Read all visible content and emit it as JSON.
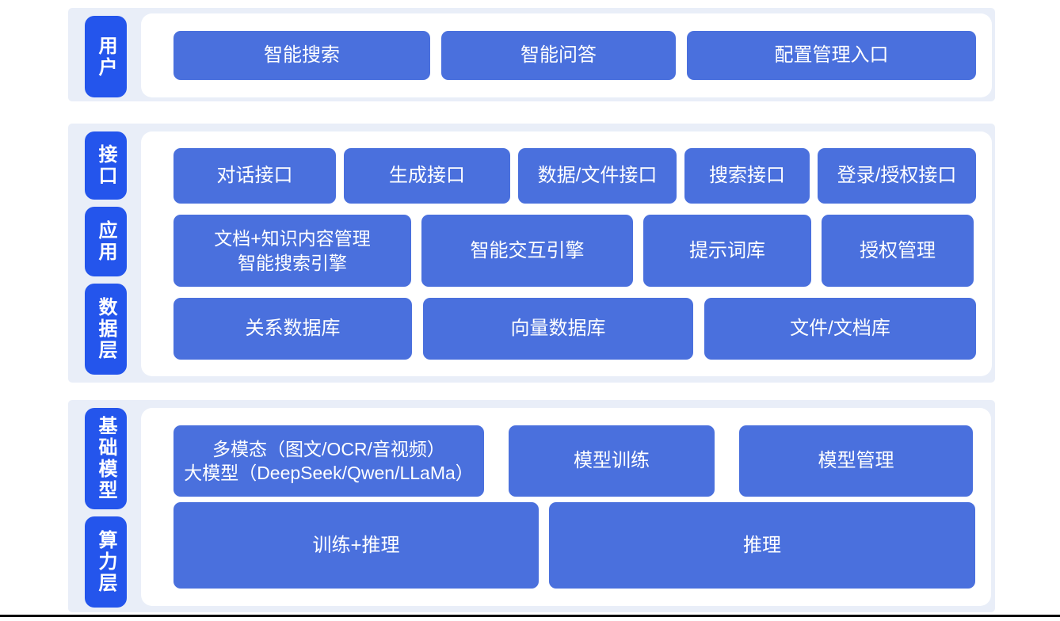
{
  "colors": {
    "page_bg": "#ffffff",
    "band_bg": "#e9eef8",
    "tag_bg": "#2455ec",
    "box_bg": "#4a70dd",
    "text": "#ffffff",
    "bottom_line": "#0c0c0c"
  },
  "diagram": {
    "sections": [
      {
        "name": "user-layer",
        "tags": [
          {
            "label": "用户"
          }
        ],
        "rows": [
          {
            "boxes": [
              {
                "label": "智能搜索"
              },
              {
                "label": "智能问答"
              },
              {
                "label": "配置管理入口"
              }
            ]
          }
        ]
      },
      {
        "name": "interface-app-data-layer",
        "tags": [
          {
            "label": "接口"
          },
          {
            "label": "应用"
          },
          {
            "label": "数据层"
          }
        ],
        "rows": [
          {
            "boxes": [
              {
                "label": "对话接口"
              },
              {
                "label": "生成接口"
              },
              {
                "label": "数据/文件接口"
              },
              {
                "label": "搜索接口"
              },
              {
                "label": "登录/授权接口"
              }
            ]
          },
          {
            "boxes": [
              {
                "label": "文档+知识内容管理",
                "label2": "智能搜索引擎"
              },
              {
                "label": "智能交互引擎"
              },
              {
                "label": "提示词库"
              },
              {
                "label": "授权管理"
              }
            ]
          },
          {
            "boxes": [
              {
                "label": "关系数据库"
              },
              {
                "label": "向量数据库"
              },
              {
                "label": "文件/文档库"
              }
            ]
          }
        ]
      },
      {
        "name": "model-compute-layer",
        "tags": [
          {
            "label": "基础模型"
          },
          {
            "label": "算力层"
          }
        ],
        "rows": [
          {
            "boxes": [
              {
                "label": "多模态（图文/OCR/音视频）",
                "label2": "大模型（DeepSeek/Qwen/LLaMa）"
              },
              {
                "label": "模型训练"
              },
              {
                "label": "模型管理"
              }
            ]
          },
          {
            "boxes": [
              {
                "label": "训练+推理"
              },
              {
                "label": "推理"
              }
            ]
          }
        ]
      }
    ]
  }
}
